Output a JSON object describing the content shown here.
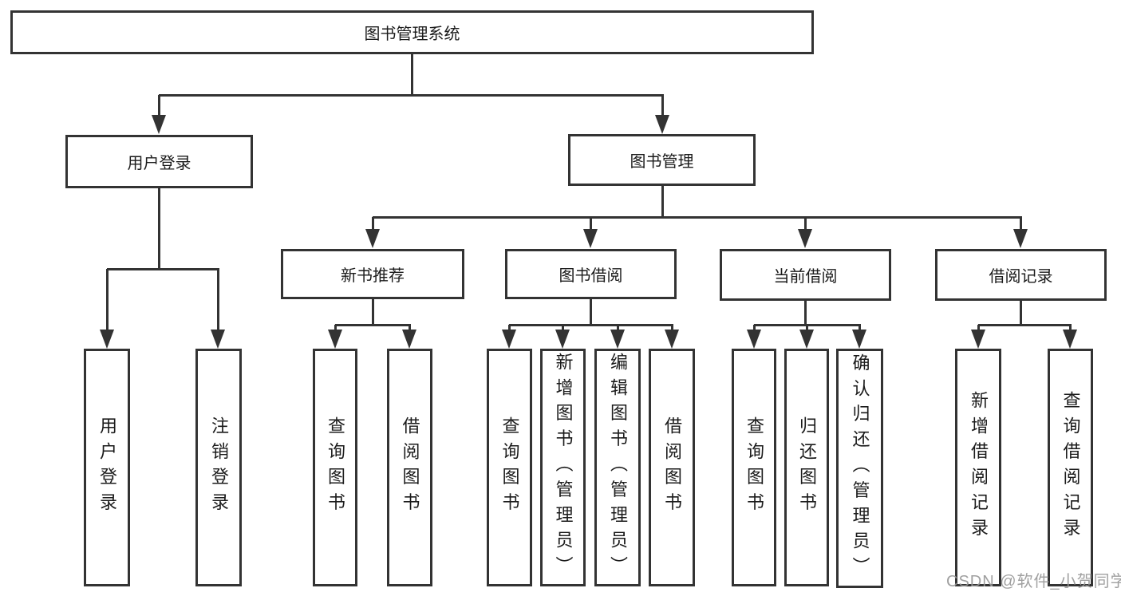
{
  "colors": {
    "background": "#ffffff",
    "box_border": "#333333",
    "connector_line": "#333333",
    "text": "#1b1b1b",
    "watermark": "#989898"
  },
  "watermark": {
    "text": "CSDN @软件_小贺同学"
  },
  "tree": {
    "id": "root",
    "label": "图书管理系统",
    "children": [
      {
        "id": "user-login",
        "label": "用户登录",
        "children": [
          {
            "id": "login-leaf",
            "label": "用户登录"
          },
          {
            "id": "logout-leaf",
            "label": "注销登录"
          }
        ]
      },
      {
        "id": "book-mgmt",
        "label": "图书管理",
        "children": [
          {
            "id": "new-book-rec",
            "label": "新书推荐",
            "children": [
              {
                "id": "nr-query-book",
                "label": "查询图书"
              },
              {
                "id": "nr-borrow-book",
                "label": "借阅图书"
              }
            ]
          },
          {
            "id": "book-borrow",
            "label": "图书借阅",
            "children": [
              {
                "id": "bb-query-book",
                "label": "查询图书"
              },
              {
                "id": "bb-add-book",
                "label": "新增图书（管理员）"
              },
              {
                "id": "bb-edit-book",
                "label": "编辑图书（管理员）"
              },
              {
                "id": "bb-borrow-book",
                "label": "借阅图书"
              }
            ]
          },
          {
            "id": "current-borrow",
            "label": "当前借阅",
            "children": [
              {
                "id": "cb-query-book",
                "label": "查询图书"
              },
              {
                "id": "cb-return-book",
                "label": "归还图书"
              },
              {
                "id": "cb-confirm-return",
                "label": "确认归还（管理员）"
              }
            ]
          },
          {
            "id": "borrow-records",
            "label": "借阅记录",
            "children": [
              {
                "id": "br-add-record",
                "label": "新增借阅记录"
              },
              {
                "id": "br-query-record",
                "label": "查询借阅记录"
              }
            ]
          }
        ]
      }
    ]
  }
}
